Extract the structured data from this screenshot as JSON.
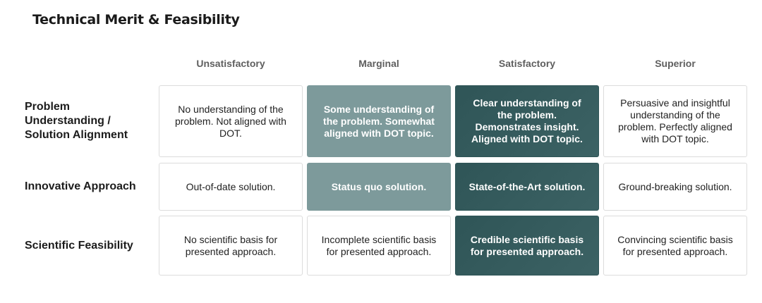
{
  "title": "Technical Merit & Feasibility",
  "columns": [
    "Unsatisfactory",
    "Marginal",
    "Satisfactory",
    "Superior"
  ],
  "rows": [
    {
      "label": "Problem Understanding / Solution Alignment",
      "cells": [
        "No understanding of the problem. Not aligned with DOT.",
        "Some understanding of the problem. Somewhat aligned with DOT topic.",
        "Clear understanding of the problem. Demonstrates insight. Aligned with DOT topic.",
        "Persuasive and insightful understanding of the problem. Perfectly aligned with DOT topic."
      ]
    },
    {
      "label": "Innovative Approach",
      "cells": [
        "Out-of-date solution.",
        "Status quo solution.",
        "State-of-the-Art solution.",
        "Ground-breaking solution."
      ]
    },
    {
      "label": "Scientific Feasibility",
      "cells": [
        "No scientific basis for presented approach.",
        "Incomplete scientific basis for presented approach.",
        "Credible scientific basis for presented approach.",
        "Convincing scientific basis for presented approach."
      ]
    }
  ],
  "colors": {
    "marginal_fill": "#7d9a9b",
    "satisfactory_fill": "#2f5557",
    "cell_border": "#dcdcdc",
    "header_text": "#5f5f5f"
  }
}
